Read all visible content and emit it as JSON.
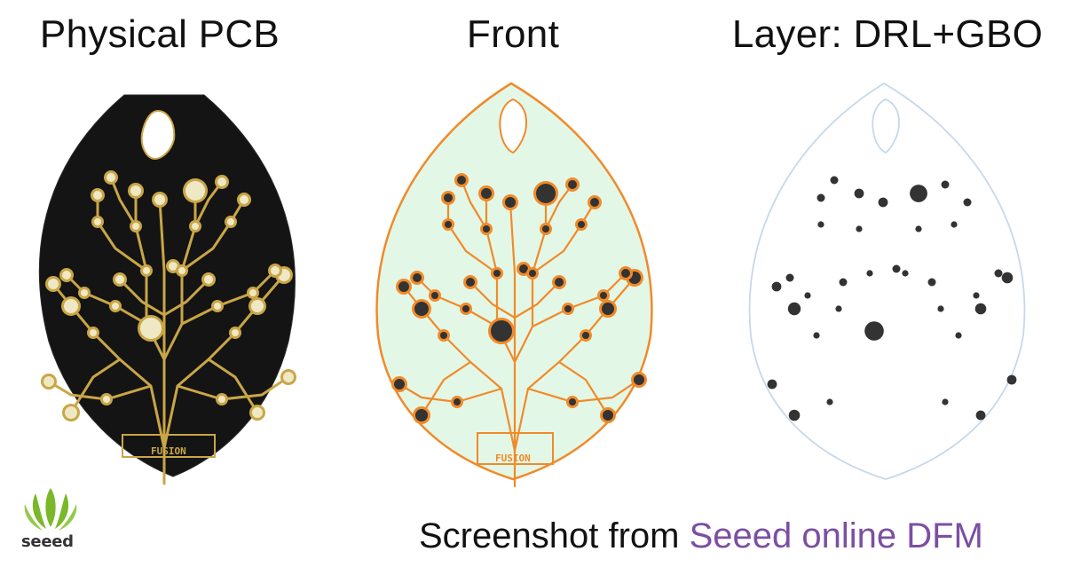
{
  "panels": {
    "physical": {
      "title": "Physical PCB",
      "label": "FUSION"
    },
    "front": {
      "title": "Front",
      "label": "FUSION"
    },
    "layer": {
      "title": "Layer: DRL+GBO"
    }
  },
  "caption": {
    "prefix": "Screenshot from ",
    "accent": "Seeed online DFM"
  },
  "logo": {
    "text": "seeed"
  },
  "colors": {
    "board_black": "#141414",
    "gold": "#c9a646",
    "pad_fill": "#efe8c4",
    "front_bg": "#e3f7e6",
    "front_copper": "#f08a2a",
    "front_hole": "#333333",
    "outline_blue": "#c7d8ec",
    "accent_purple": "#7b4fa3",
    "logo_green": "#7ab829"
  }
}
